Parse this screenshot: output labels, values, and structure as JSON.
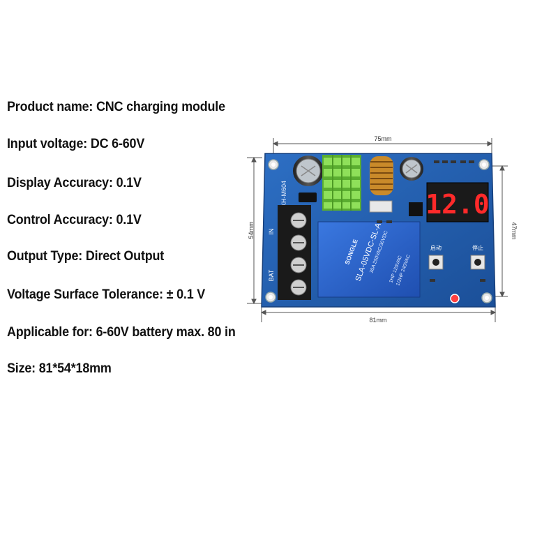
{
  "specs": [
    "Product name: CNC charging module",
    "Input voltage: DC 6-60V",
    "Display Accuracy: 0.1V",
    "Control Accuracy: 0.1V",
    "Output Type: Direct Output",
    "Voltage Surface Tolerance: ± 0.1 V",
    "Applicable for: 6-60V battery max. 80 in",
    "Size: 81*54*18mm"
  ],
  "figure": {
    "dim_top": "75mm",
    "dim_bottom": "81mm",
    "dim_left": "54mm",
    "dim_right": "47mm",
    "board_model": "XH-M604",
    "terminal_in": "IN",
    "terminal_bat": "BAT",
    "display_value": "12.0",
    "relay_brand": "SONGLE",
    "relay_model": "SLA-05VDC-SL-A",
    "relay_rating_1": "30A 250VAC/30VDC",
    "relay_rating_2": "1HP 120VAC",
    "relay_rating_3": "1/2HP 240VAC",
    "button_start": "启动",
    "button_stop": "停止",
    "colors": {
      "pcb": "#1f5aa8",
      "heatsink": "#6fc23f",
      "relay": "#2a62c9",
      "display_digits": "#ff2a2a",
      "terminal": "#1a1a1a"
    }
  }
}
